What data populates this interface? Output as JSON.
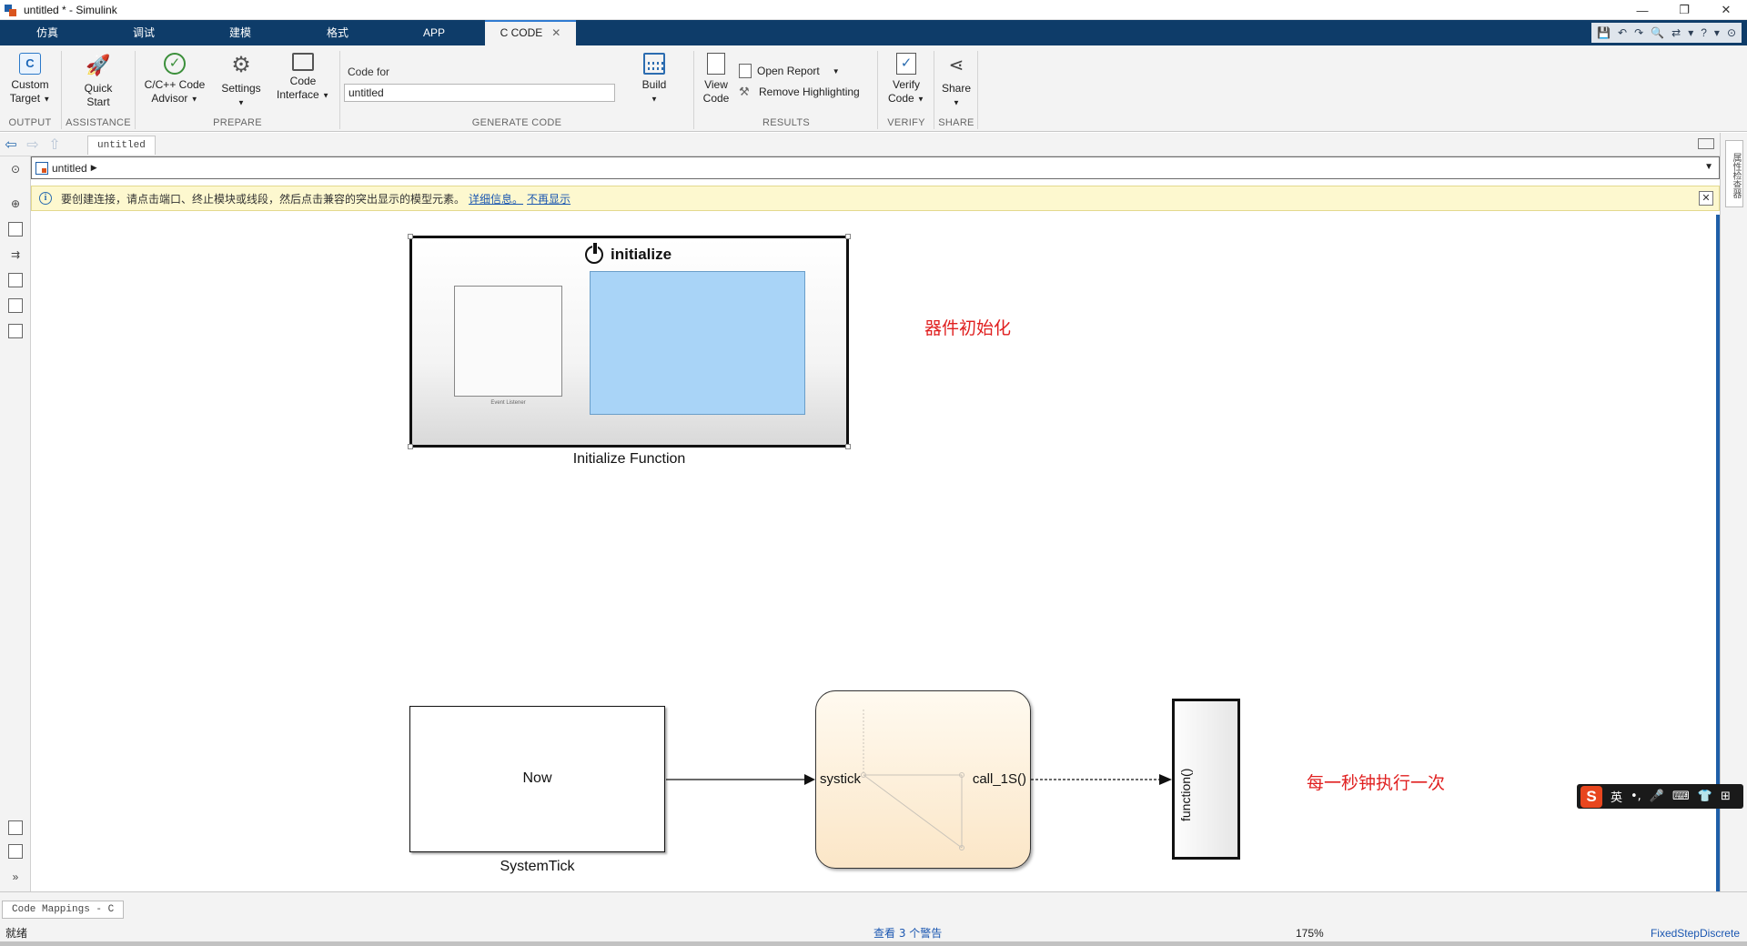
{
  "window": {
    "title": "untitled * - Simulink",
    "controls": [
      "—",
      "❐",
      "✕"
    ]
  },
  "tabs": [
    {
      "label": "仿真"
    },
    {
      "label": "调试"
    },
    {
      "label": "建模"
    },
    {
      "label": "格式"
    },
    {
      "label": "APP"
    },
    {
      "label": "C CODE",
      "close": "✕"
    }
  ],
  "quick_access": [
    "💾",
    "↶",
    "↷",
    "🔍",
    "⇄",
    "▾",
    "?",
    "▾",
    "⊙"
  ],
  "ribbon": {
    "groups": {
      "output": "OUTPUT",
      "assistance": "ASSISTANCE",
      "prepare": "PREPARE",
      "generate_code": "GENERATE CODE",
      "results": "RESULTS",
      "verify": "VERIFY",
      "share": "SHARE"
    },
    "custom_target": {
      "line1": "Custom",
      "line2": "Target"
    },
    "quick_start": {
      "line1": "Quick",
      "line2": "Start"
    },
    "code_advisor": {
      "line1": "C/C++ Code",
      "line2": "Advisor"
    },
    "settings": {
      "line1": "Settings"
    },
    "code_interface": {
      "line1": "Code",
      "line2": "Interface"
    },
    "code_for_label": "Code for",
    "code_for_value": "untitled",
    "build": {
      "line1": "Build"
    },
    "view_code": {
      "line1": "View",
      "line2": "Code"
    },
    "open_report": "Open Report",
    "remove_highlighting": "Remove Highlighting",
    "verify_code": {
      "line1": "Verify",
      "line2": "Code"
    },
    "share": {
      "line1": "Share"
    }
  },
  "editor": {
    "model_tab": "untitled",
    "breadcrumb": "untitled",
    "info_message": "要创建连接，请点击端口、终止模块或线段，然后点击兼容的突出显示的模型元素。",
    "info_link_details": "详细信息。",
    "info_link_hide": "不再显示",
    "right_panel_label": "属性检查器"
  },
  "diagram": {
    "init_block": {
      "title": "initialize",
      "event_listener_label": "Event Listener",
      "caption": "Initialize Function"
    },
    "annotation_init": "器件初始化",
    "now_block": {
      "label": "Now",
      "caption": "SystemTick"
    },
    "chart_block": {
      "in_port": "systick",
      "out_port": "call_1S()"
    },
    "func_block": {
      "label": "function()"
    },
    "annotation_periodic": "每一秒钟执行一次"
  },
  "ime": {
    "logo": "S",
    "mode": "英",
    "items": [
      "•,",
      "🎤",
      "⌨",
      "👕",
      "⊞"
    ]
  },
  "bottom": {
    "code_mappings_tab": "Code Mappings - C",
    "status_ready": "就绪",
    "warnings": "查看 3 个警告",
    "zoom": "175%",
    "solver": "FixedStepDiscrete"
  }
}
